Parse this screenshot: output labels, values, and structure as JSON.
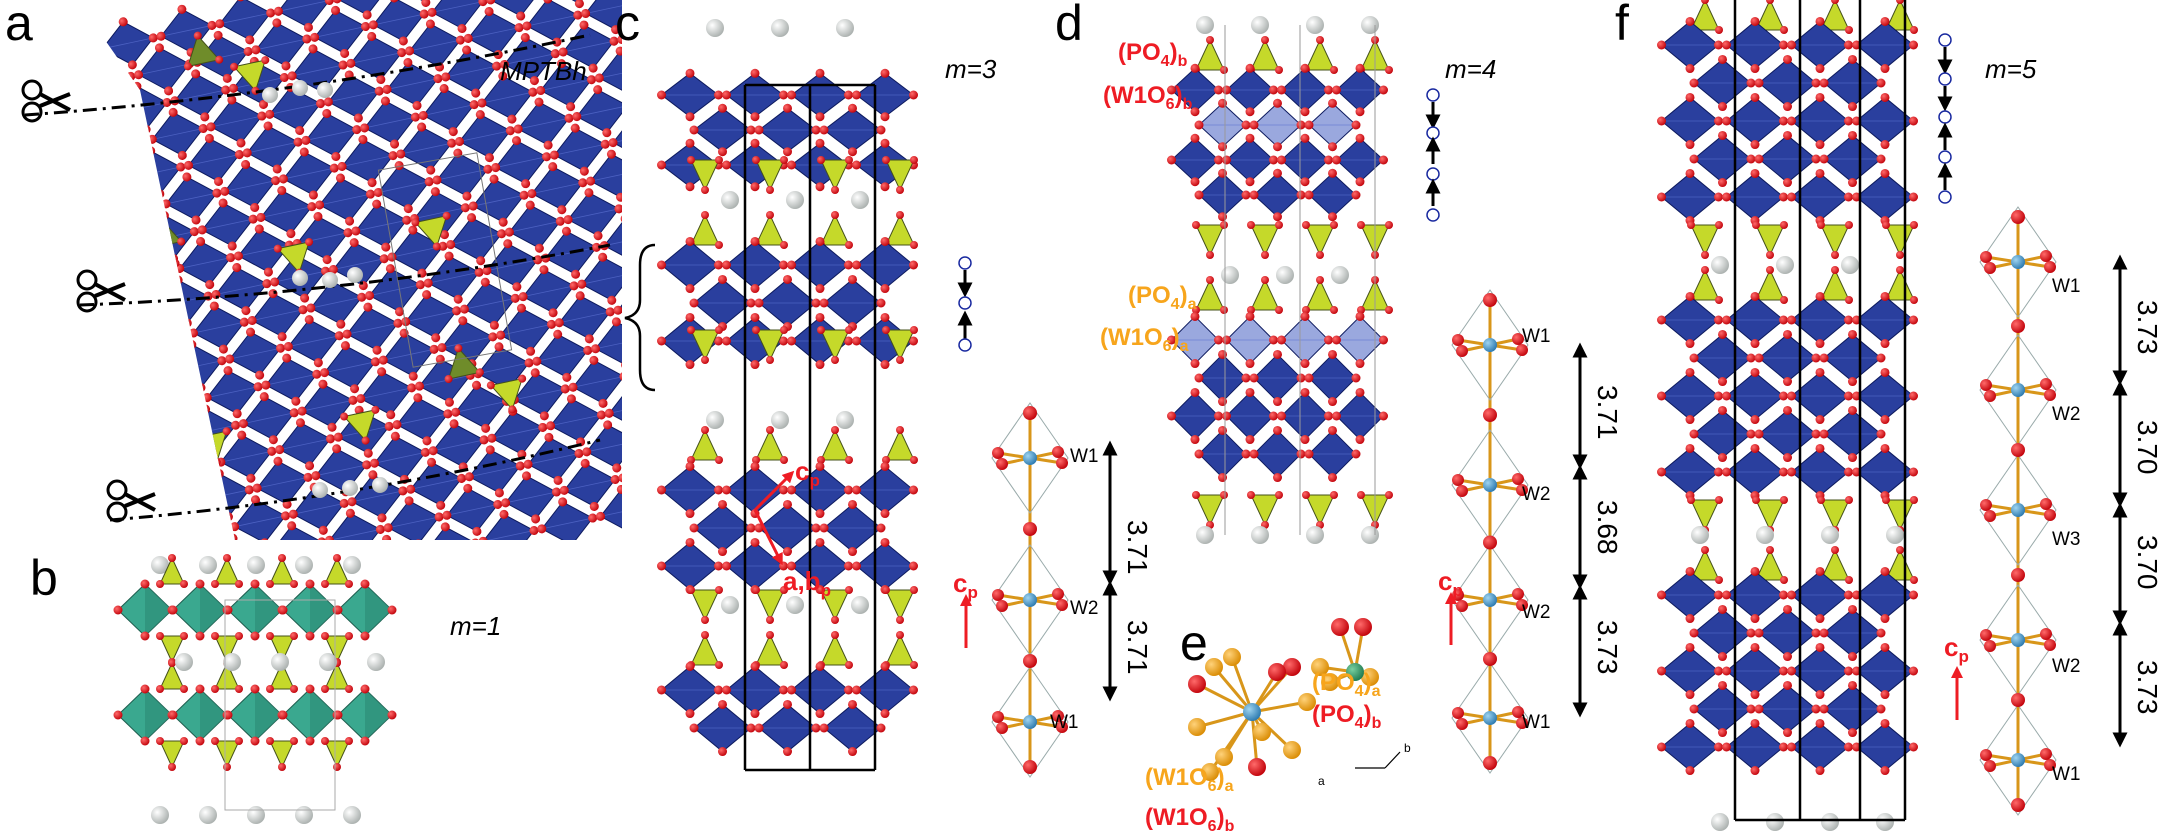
{
  "panels": {
    "a": {
      "letter": "a",
      "tag": "MPTBh"
    },
    "b": {
      "letter": "b",
      "m": "m=1"
    },
    "c": {
      "letter": "c",
      "m": "m=3",
      "axis_c": "c",
      "axis_c_sub": "p",
      "axis_ab": "a,b",
      "axis_ab_sub": "p",
      "w_top": "W1",
      "w_mid": "W2",
      "w_bot": "W1",
      "d1": "3.71",
      "d2": "3.71",
      "cp": "c",
      "cp_sub": "p"
    },
    "d": {
      "letter": "d",
      "m": "m=4",
      "po4b": "(PO",
      "po4b_sub": "4",
      "po4b_tail": ")",
      "po4b_tail_sub": "b",
      "w1o6b": "(W1O",
      "w1o6b_sub": "6",
      "w1o6b_tail": ")",
      "w1o6b_tail_sub": "b",
      "po4a": "(PO",
      "po4a_sub": "4",
      "po4a_tail": ")",
      "po4a_tail_sub": "a",
      "w1o6a": "(W1O",
      "w1o6a_sub": "6",
      "w1o6a_tail": ")",
      "w1o6a_tail_sub": "a",
      "w_top": "W1",
      "w_mid": "W2",
      "w_low": "W2",
      "w_bot": "W1",
      "d1": "3.71",
      "d2": "3.68",
      "d3": "3.73",
      "cp": "c",
      "cp_sub": "p"
    },
    "e": {
      "letter": "e",
      "po4a": "(PO",
      "po4a_sub": "4",
      "po4a_tail": ")",
      "po4a_tail_sub": "a",
      "po4b": "(PO",
      "po4b_sub": "4",
      "po4b_tail": ")",
      "po4b_tail_sub": "b",
      "w1o6a": "(W1O",
      "w1o6a_sub": "6",
      "w1o6a_tail": ")",
      "w1o6a_tail_sub": "a",
      "w1o6b": "(W1O",
      "w1o6b_sub": "6",
      "w1o6b_tail": ")",
      "w1o6b_tail_sub": "b",
      "ax_a": "a",
      "ax_b": "b"
    },
    "f": {
      "letter": "f",
      "m": "m=5",
      "w1": "W1",
      "w2": "W2",
      "w3": "W3",
      "w4": "W2",
      "w5": "W1",
      "d1": "3.73",
      "d2": "3.70",
      "d3": "3.70",
      "d4": "3.73",
      "cp": "c",
      "cp_sub": "p"
    }
  },
  "colors": {
    "octahedron": "#2a3f9e",
    "octahedron_edge": "#0d1a5e",
    "tetra_yellow": "#c5d92a",
    "tetra_olive": "#6f8c2a",
    "oxygen": "#e8101a",
    "phosphorus": "#f7a51c",
    "tungsten": "#3d8fc4",
    "cation": "#cfd4d2",
    "label_red": "#ee1c24",
    "label_orange": "#f7a51c",
    "teal_octa": "#3aa88f"
  }
}
